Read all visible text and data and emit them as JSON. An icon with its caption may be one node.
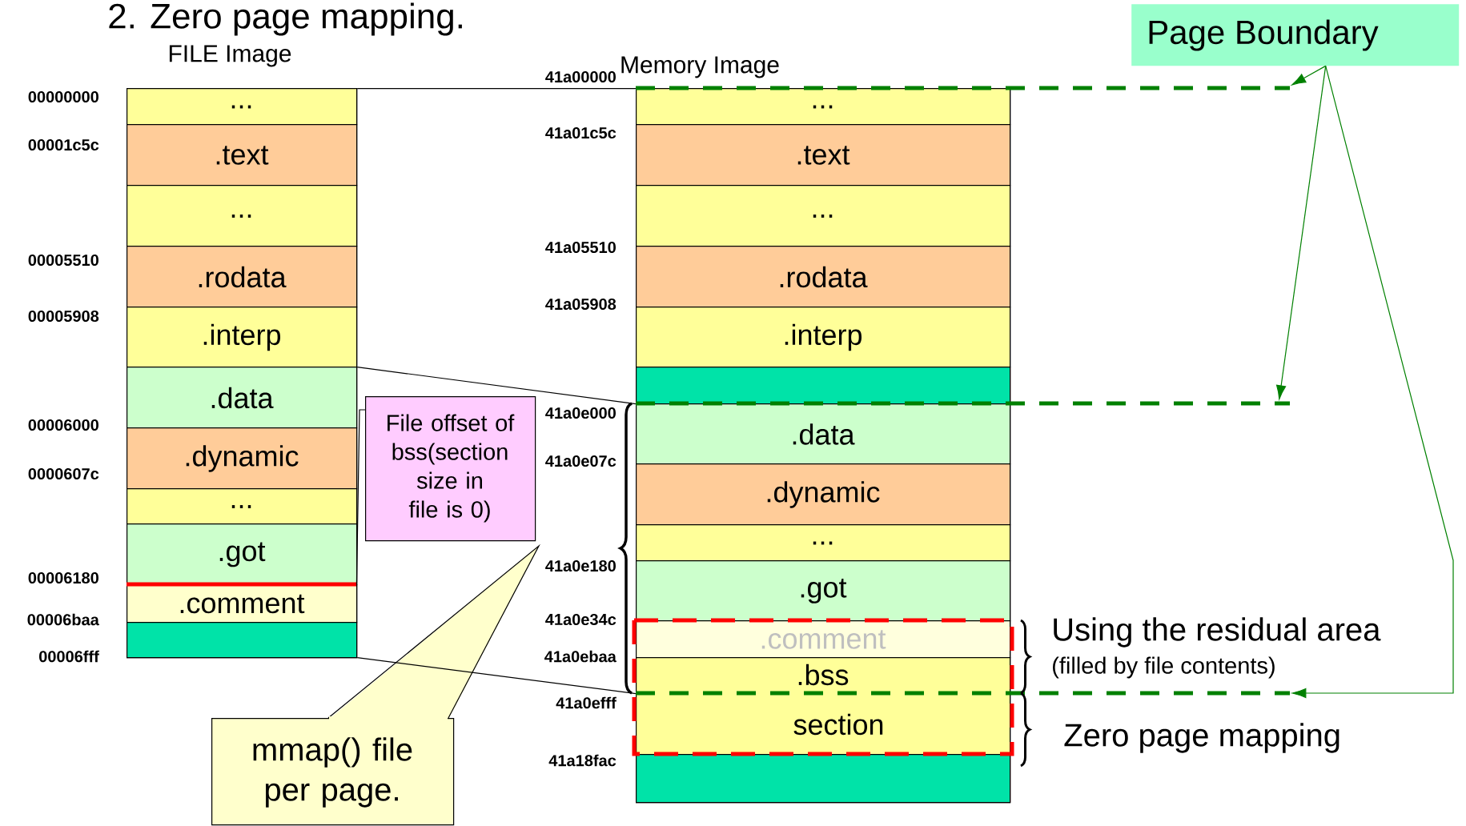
{
  "diagram": {
    "title": "2. Zero page mapping.",
    "nodes": [
      {
        "text": [
          "FILE Image"
        ]
      },
      {
        "text": [
          "..."
        ],
        "in": 0
      },
      {
        "text": [
          ".text"
        ],
        "in": 0
      },
      {
        "text": [
          "..."
        ],
        "in": 0
      },
      {
        "text": [
          ".rodata"
        ],
        "in": 0
      },
      {
        "text": [
          ".interp"
        ],
        "in": 0
      },
      {
        "text": [
          ".data"
        ],
        "in": 0
      },
      {
        "text": [
          ".dynamic"
        ],
        "in": 0
      },
      {
        "text": [
          "..."
        ],
        "in": 0
      },
      {
        "text": [
          ".got"
        ],
        "in": 0
      },
      {
        "text": [
          ".comment"
        ],
        "in": 0
      },
      {
        "text": [],
        "shape": "box",
        "in": 0
      },
      {
        "text": [
          "Memory Image"
        ]
      },
      {
        "text": [
          "..."
        ],
        "in": 12
      },
      {
        "text": [
          ".text"
        ],
        "in": 12
      },
      {
        "text": [
          "..."
        ],
        "in": 12
      },
      {
        "text": [
          ".rodata"
        ],
        "in": 12
      },
      {
        "text": [
          ".interp"
        ],
        "in": 12
      },
      {
        "text": [],
        "shape": "box",
        "in": 12
      },
      {
        "text": [
          ".data"
        ],
        "in": 12
      },
      {
        "text": [
          ".dynamic"
        ],
        "in": 12
      },
      {
        "text": [
          "..."
        ],
        "in": 12
      },
      {
        "text": [
          ".got"
        ],
        "in": 12
      },
      {
        "text": [
          ".comment"
        ],
        "in": 12
      },
      {
        "text": [
          ".bss",
          "section"
        ],
        "in": 12
      },
      {
        "text": [],
        "shape": "box",
        "in": 12
      },
      {
        "text": [
          "File offset of bss(section size in file is 0)"
        ]
      },
      {
        "text": [
          "mmap() file per page."
        ]
      },
      {
        "text": [
          "Page Boundary"
        ]
      },
      {
        "text": [],
        "shape": "line"
      },
      {
        "text": [],
        "shape": "line"
      },
      {
        "text": [],
        "shape": "line"
      },
      {
        "text": [],
        "shape": "line",
        "in": 0
      }
    ],
    "edges": [
      {
        "from": 0,
        "to": 12,
        "arrow": "none"
      },
      {
        "from": 0,
        "to": 12,
        "arrow": "none"
      },
      {
        "from": 0,
        "to": 12,
        "arrow": "none"
      },
      {
        "from": 26,
        "to": 32,
        "arrow": "none"
      },
      {
        "from": 28,
        "to": 29,
        "arrow": "to",
        "color": "#008000"
      },
      {
        "from": 28,
        "to": 30,
        "arrow": "to",
        "color": "#008000"
      },
      {
        "from": 28,
        "to": 31,
        "arrow": "to",
        "color": "#008000"
      }
    ],
    "labels": [
      "00000000",
      "00001c5c",
      "00005510",
      "00005908",
      "00006000",
      "0000607c",
      "00006180",
      "00006baa",
      "00006fff",
      "41a00000",
      "41a01c5c",
      "41a05510",
      "41a05908",
      "41a0e000",
      "41a0e07c",
      "41a0e180",
      "41a0e34c",
      "41a0ebaa",
      "41a0efff",
      "41a18fac",
      "Using the residual area",
      "(filled by file contents)",
      "Zero page mapping"
    ]
  }
}
